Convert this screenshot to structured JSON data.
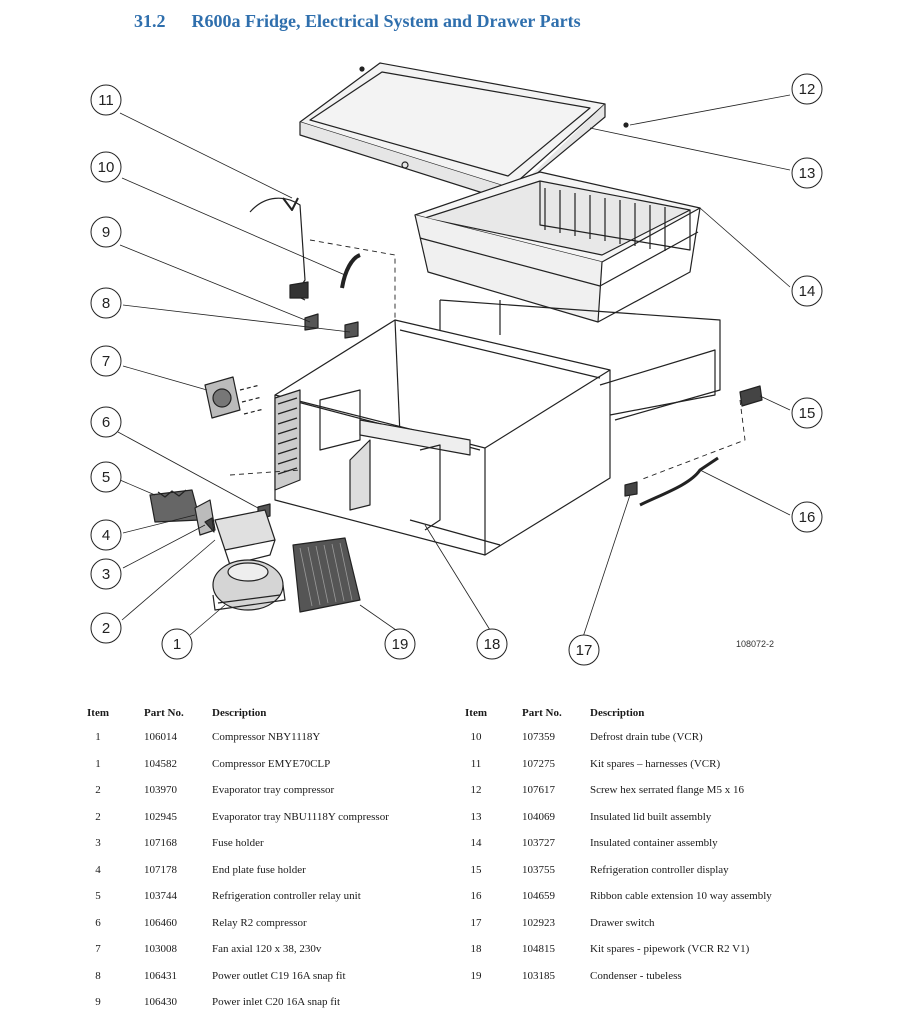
{
  "heading": {
    "number": "31.2",
    "text": "R600a Fridge, Electrical System and Drawer Parts"
  },
  "drawing_ref": "108072-2",
  "callouts": [
    "1",
    "2",
    "3",
    "4",
    "5",
    "6",
    "7",
    "8",
    "9",
    "10",
    "11",
    "12",
    "13",
    "14",
    "15",
    "16",
    "17",
    "18",
    "19"
  ],
  "table": {
    "headers": {
      "item": "Item",
      "part": "Part No.",
      "desc": "Description"
    },
    "left": [
      {
        "item": "1",
        "part": "106014",
        "desc": "Compressor NBY1118Y"
      },
      {
        "item": "1",
        "part": "104582",
        "desc": "Compressor EMYE70CLP"
      },
      {
        "item": "2",
        "part": "103970",
        "desc": "Evaporator tray compressor"
      },
      {
        "item": "2",
        "part": "102945",
        "desc": "Evaporator tray NBU1118Y compressor"
      },
      {
        "item": "3",
        "part": "107168",
        "desc": "Fuse holder"
      },
      {
        "item": "4",
        "part": "107178",
        "desc": "End plate fuse holder"
      },
      {
        "item": "5",
        "part": "103744",
        "desc": "Refrigeration controller relay unit"
      },
      {
        "item": "6",
        "part": "106460",
        "desc": "Relay R2 compressor"
      },
      {
        "item": "7",
        "part": "103008",
        "desc": "Fan axial 120 x 38, 230v"
      },
      {
        "item": "8",
        "part": "106431",
        "desc": "Power outlet C19 16A snap fit"
      },
      {
        "item": "9",
        "part": "106430",
        "desc": "Power inlet C20 16A snap fit"
      }
    ],
    "right": [
      {
        "item": "10",
        "part": "107359",
        "desc": "Defrost drain tube (VCR)"
      },
      {
        "item": "11",
        "part": "107275",
        "desc": "Kit spares – harnesses (VCR)"
      },
      {
        "item": "12",
        "part": "107617",
        "desc": "Screw hex serrated flange M5 x 16"
      },
      {
        "item": "13",
        "part": "104069",
        "desc": "Insulated lid built assembly"
      },
      {
        "item": "14",
        "part": "103727",
        "desc": "Insulated container assembly"
      },
      {
        "item": "15",
        "part": "103755",
        "desc": "Refrigeration controller display"
      },
      {
        "item": "16",
        "part": "104659",
        "desc": "Ribbon cable extension 10 way assembly"
      },
      {
        "item": "17",
        "part": "102923",
        "desc": "Drawer switch"
      },
      {
        "item": "18",
        "part": "104815",
        "desc": "Kit spares - pipework (VCR R2 V1)"
      },
      {
        "item": "19",
        "part": "103185",
        "desc": "Condenser - tubeless"
      }
    ]
  }
}
